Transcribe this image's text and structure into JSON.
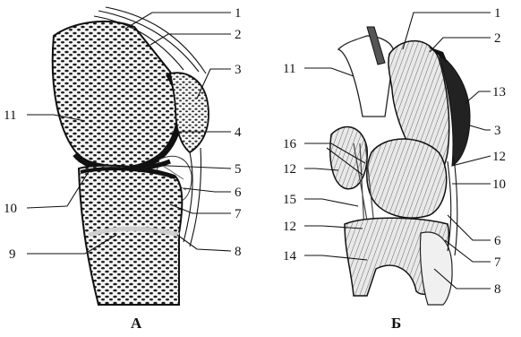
{
  "figure": {
    "panel_a": {
      "caption": "А",
      "labels": [
        "1",
        "2",
        "3",
        "4",
        "5",
        "6",
        "7",
        "8",
        "9",
        "10",
        "11"
      ]
    },
    "panel_b": {
      "caption": "Б",
      "labels": [
        "1",
        "2",
        "3",
        "6",
        "7",
        "8",
        "10",
        "11",
        "12",
        "12",
        "12",
        "13",
        "14",
        "15",
        "16"
      ]
    }
  }
}
